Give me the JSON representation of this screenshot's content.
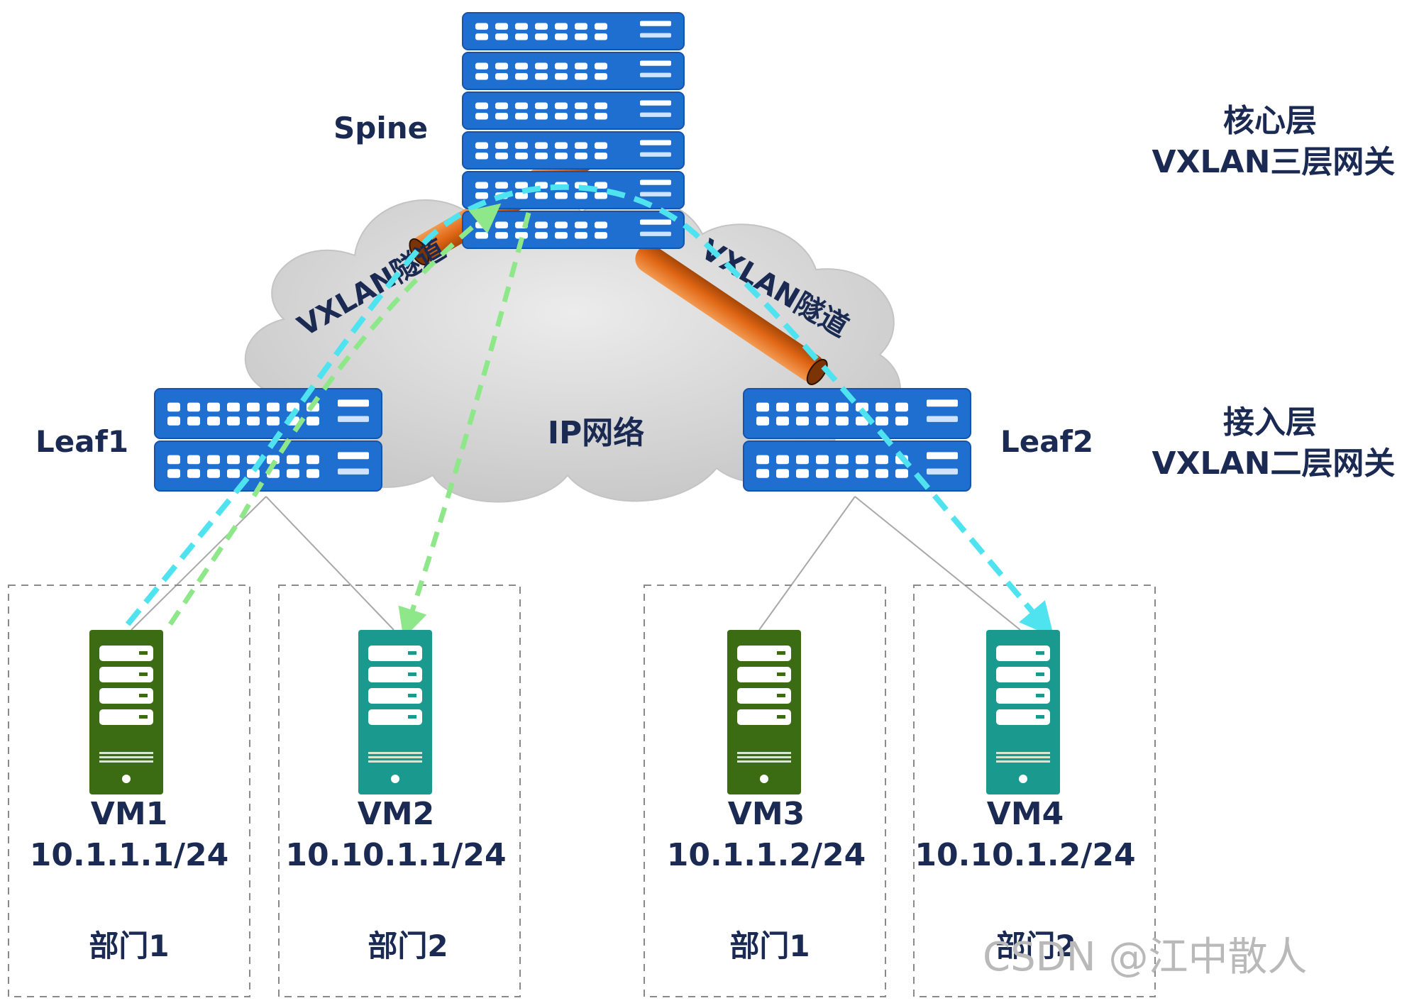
{
  "spine": {
    "label": "Spine"
  },
  "core_layer": {
    "line1": "核心层",
    "line2": "VXLAN三层网关"
  },
  "access_layer": {
    "line1": "接入层",
    "line2": "VXLAN二层网关"
  },
  "cloud": {
    "label": "IP网络"
  },
  "tunnels": [
    {
      "label": "VXLAN隧道"
    },
    {
      "label": "VXLAN隧道"
    }
  ],
  "leaves": [
    {
      "label": "Leaf1"
    },
    {
      "label": "Leaf2"
    }
  ],
  "vms": [
    {
      "name": "VM1",
      "ip": "10.1.1.1/24",
      "dept": "部门1",
      "color": "#3b6b12"
    },
    {
      "name": "VM2",
      "ip": "10.10.1.1/24",
      "dept": "部门2",
      "color": "#1a9a8e"
    },
    {
      "name": "VM3",
      "ip": "10.1.1.2/24",
      "dept": "部门1",
      "color": "#3b6b12"
    },
    {
      "name": "VM4",
      "ip": "10.10.1.2/24",
      "dept": "部门2",
      "color": "#1a9a8e"
    }
  ],
  "watermark": "CSDN @江中散人",
  "colors": {
    "switch": "#1f6fd0",
    "tunnel": "#e26a18",
    "cyan_path": "#4fe3f0",
    "green_path": "#8ee88a",
    "cloud": "#d9d9d9",
    "text": "#1a2a52"
  }
}
